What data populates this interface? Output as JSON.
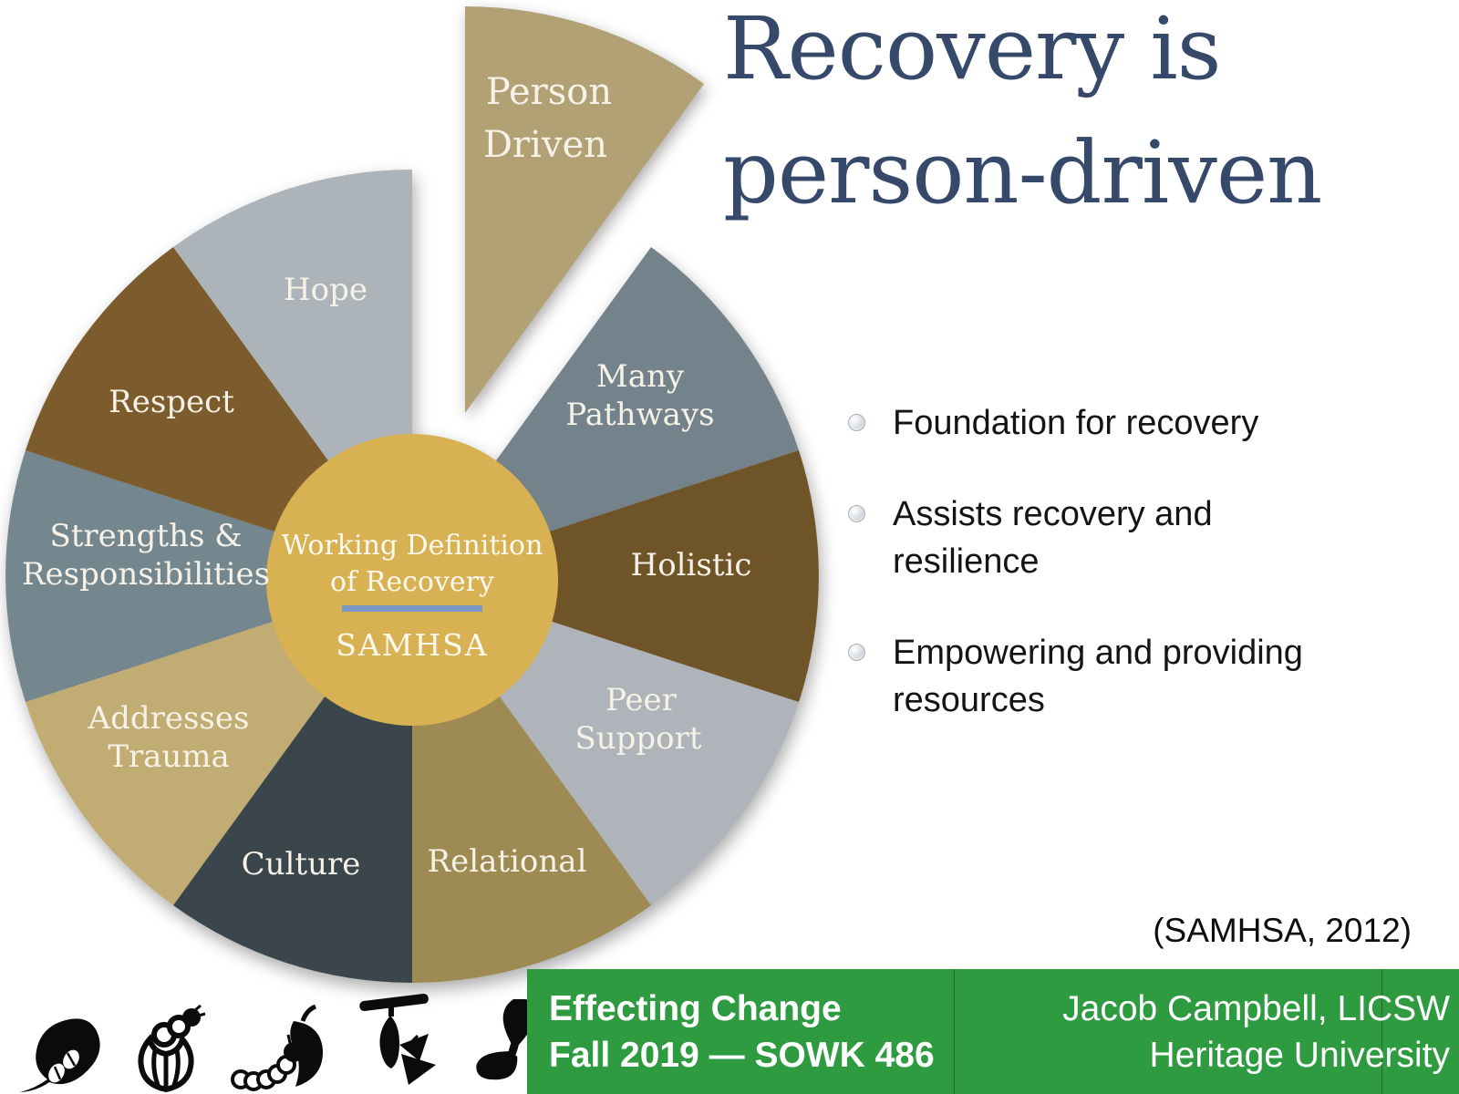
{
  "title": {
    "line1": "Recovery is",
    "line2": "person-driven",
    "color": "#36496B"
  },
  "bullets": [
    {
      "text": "Foundation for recovery"
    },
    {
      "text": "Assists recovery and resilience"
    },
    {
      "text": "Empowering and providing resources"
    }
  ],
  "citation": "(SAMHSA, 2012)",
  "wheel": {
    "center": {
      "line1": "Working Definition",
      "line2": "of Recovery",
      "org": "SAMHSA",
      "color": "#D8B252",
      "divider_color": "#7A99C6",
      "text_color": "#FCF9F1"
    },
    "segments": [
      {
        "label": "Person Driven",
        "lines": [
          "Person",
          "Driven"
        ],
        "color": "#B1A175",
        "exploded": true
      },
      {
        "label": "Many Pathways",
        "lines": [
          "Many",
          "Pathways"
        ],
        "color": "#74828C",
        "exploded": false
      },
      {
        "label": "Holistic",
        "lines": [
          "Holistic"
        ],
        "color": "#6F5428",
        "exploded": false
      },
      {
        "label": "Peer Support",
        "lines": [
          "Peer",
          "Support"
        ],
        "color": "#AEB4B9",
        "exploded": false
      },
      {
        "label": "Relational",
        "lines": [
          "Relational"
        ],
        "color": "#9D8B53",
        "exploded": false
      },
      {
        "label": "Culture",
        "lines": [
          "Culture"
        ],
        "color": "#3B454C",
        "exploded": false
      },
      {
        "label": "Addresses Trauma",
        "lines": [
          "Addresses",
          "Trauma"
        ],
        "color": "#C1AC73",
        "exploded": false
      },
      {
        "label": "Strengths & Responsibilities",
        "lines": [
          "Strengths &",
          "Responsibilities"
        ],
        "color": "#74868E",
        "exploded": false
      },
      {
        "label": "Respect",
        "lines": [
          "Respect"
        ],
        "color": "#7C5C2C",
        "exploded": false
      },
      {
        "label": "Hope",
        "lines": [
          "Hope"
        ],
        "color": "#ACB4BA",
        "exploded": false
      }
    ]
  },
  "footer": {
    "background": "#2F9B41",
    "course_title": "Effecting Change",
    "course_term": "Fall 2019 — SOWK 486",
    "author": "Jacob Campbell, LICSW",
    "institution": "Heritage University"
  },
  "lifecycle_icons": [
    {
      "name": "leaf-with-eggs-icon"
    },
    {
      "name": "hatching-larva-icon"
    },
    {
      "name": "caterpillar-icon"
    },
    {
      "name": "chrysalis-emerging-butterfly-icon"
    },
    {
      "name": "butterfly-icon"
    }
  ]
}
